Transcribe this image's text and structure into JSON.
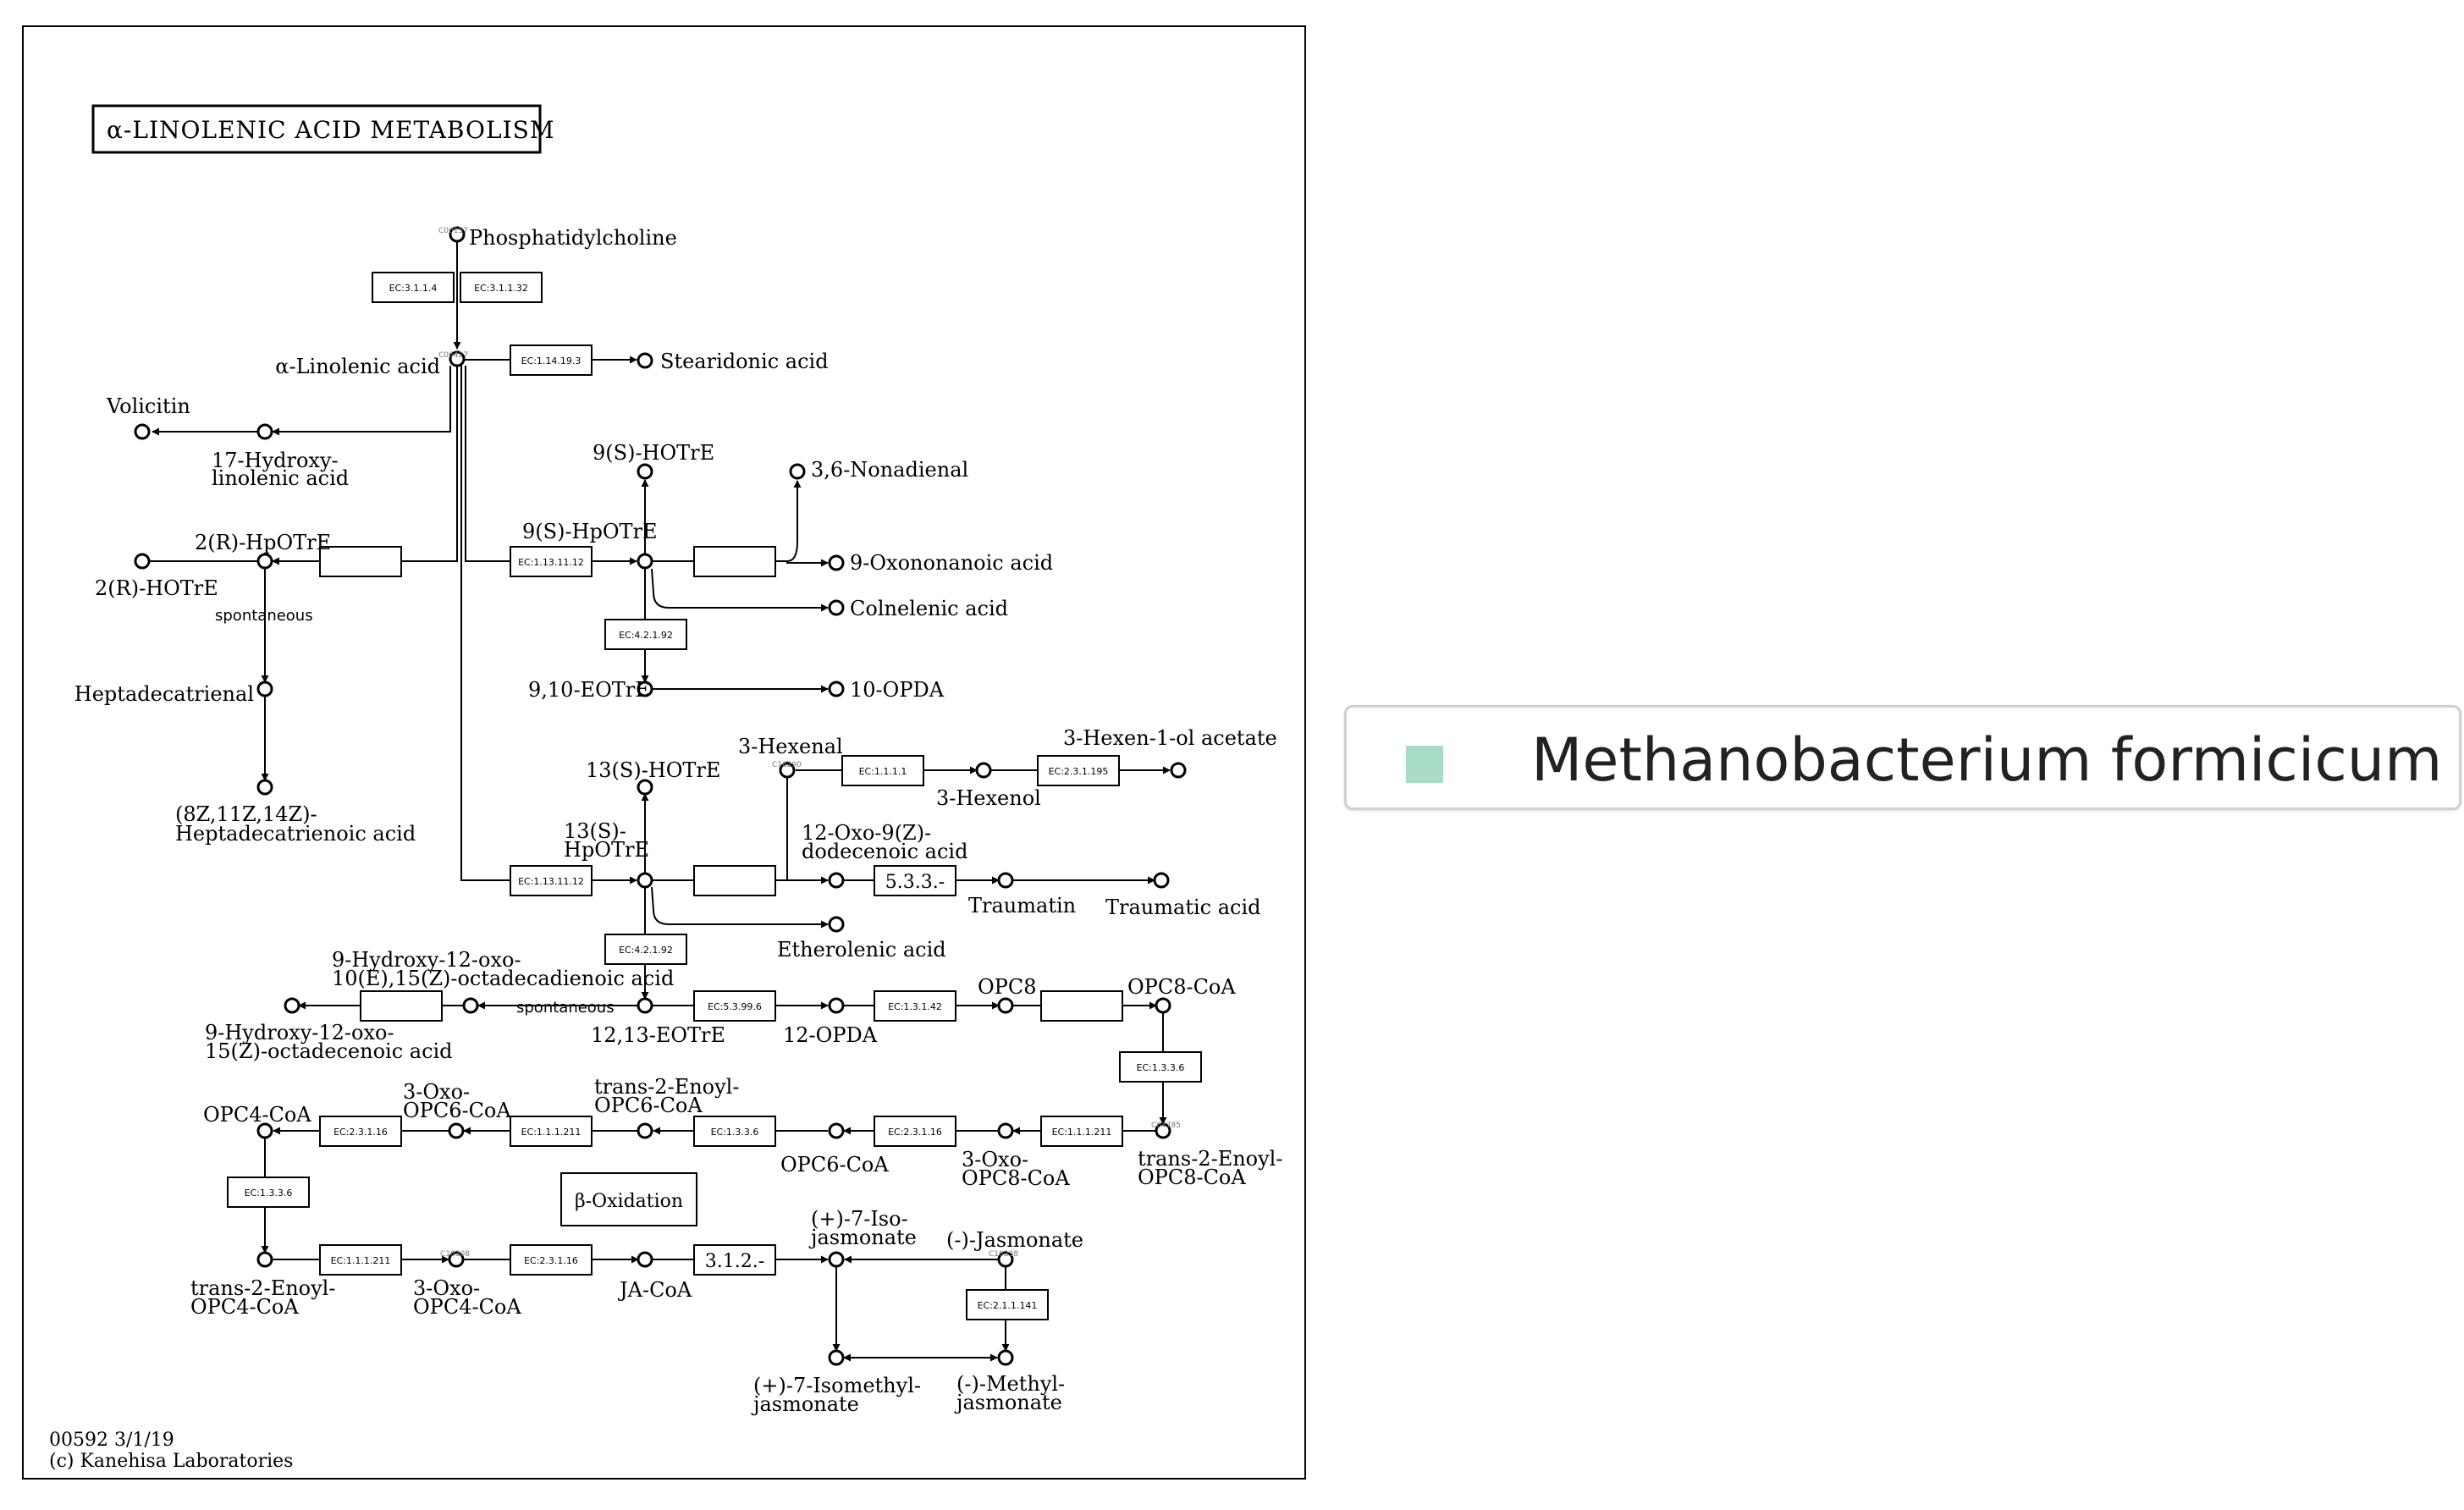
{
  "map": {
    "title": "α-LINOLENIC ACID METABOLISM",
    "map_id": "00592 3/1/19",
    "copyright": "(c) Kanehisa Laboratories",
    "beta_oxidation": "β-Oxidation",
    "spontaneous": "spontaneous",
    "compounds": {
      "phosphatidylcholine": "Phosphatidylcholine",
      "alpha_linolenic_acid": "α-Linolenic acid",
      "stearidonic_acid": "Stearidonic acid",
      "volicitin": "Volicitin",
      "hydroxy17_1": "17-Hydroxy-",
      "hydroxy17_2": "linolenic acid",
      "r2_hpotre": "2(R)-HpOTrE",
      "r2_hotre": "2(R)-HOTrE",
      "heptadecatrienal": "Heptadecatrienal",
      "heptadecatrienoic_1": "(8Z,11Z,14Z)-",
      "heptadecatrienoic_2": "Heptadecatrienoic acid",
      "s9_hotre": "9(S)-HOTrE",
      "s9_hpotre": "9(S)-HpOTrE",
      "nonadienal": "3,6-Nonadienal",
      "oxononanoic": "9-Oxononanoic acid",
      "colnelenic": "Colnelenic acid",
      "eotre_9_10": "9,10-EOTrE",
      "opda_10": "10-OPDA",
      "s13_hotre": "13(S)-HOTrE",
      "s13_hpotre_1": "13(S)-",
      "s13_hpotre_2": "HpOTrE",
      "hexenal": "3-Hexenal",
      "hexenol": "3-Hexenol",
      "hexenyl_acetate": "3-Hexen-1-ol acetate",
      "oxododecenoic_1": "12-Oxo-9(Z)-",
      "oxododecenoic_2": "dodecenoic acid",
      "traumatin": "Traumatin",
      "traumatic_acid": "Traumatic acid",
      "etherolenic": "Etherolenic acid",
      "hydroxy_oxo_dien_1": "9-Hydroxy-12-oxo-",
      "hydroxy_oxo_dien_2": "10(E),15(Z)-octadecadienoic acid",
      "hydroxy_oxo_en_1": "9-Hydroxy-12-oxo-",
      "hydroxy_oxo_en_2": "15(Z)-octadecenoic acid",
      "eotre_12_13": "12,13-EOTrE",
      "opda_12": "12-OPDA",
      "opc8": "OPC8",
      "opc8_coa": "OPC8-CoA",
      "trans_enoyl_opc8_1": "trans-2-Enoyl-",
      "trans_enoyl_opc8_2": "OPC8-CoA",
      "oxo_opc8_1": "3-Oxo-",
      "oxo_opc8_2": "OPC8-CoA",
      "opc6_coa": "OPC6-CoA",
      "trans_enoyl_opc6_1": "trans-2-Enoyl-",
      "trans_enoyl_opc6_2": "OPC6-CoA",
      "oxo_opc6_1": "3-Oxo-",
      "oxo_opc6_2": "OPC6-CoA",
      "opc4_coa": "OPC4-CoA",
      "trans_enoyl_opc4_1": "trans-2-Enoyl-",
      "trans_enoyl_opc4_2": "OPC4-CoA",
      "oxo_opc4_1": "3-Oxo-",
      "oxo_opc4_2": "OPC4-CoA",
      "ja_coa": "JA-CoA",
      "iso_jasmonate_1": "(+)-7-Iso-",
      "iso_jasmonate_2": "jasmonate",
      "jasmonate": "(-)-Jasmonate",
      "isomethyl_1": "(+)-7-Isomethyl-",
      "isomethyl_2": "jasmonate",
      "methyl_jasmonate_1": "(-)-Methyl-",
      "methyl_jasmonate_2": "jasmonate"
    },
    "enzymes": {
      "ec_3_1_1_4": "EC:3.1.1.4",
      "ec_3_1_1_32": "EC:3.1.1.32",
      "ec_1_14_19_3": "EC:1.14.19.3",
      "ec_1_13_11_12_a": "EC:1.13.11.12",
      "ec_4_2_1_92_a": "EC:4.2.1.92",
      "ec_1_13_11_12_b": "EC:1.13.11.12",
      "ec_4_2_1_92_b": "EC:4.2.1.92",
      "ec_1_1_1_1": "EC:1.1.1.1",
      "ec_2_3_1_195": "EC:2.3.1.195",
      "ec_5_3_3_lbl": "5.3.3.-",
      "ec_5_3_99_6": "EC:5.3.99.6",
      "ec_1_3_1_42": "EC:1.3.1.42",
      "ec_1_3_3_6_a": "EC:1.3.3.6",
      "ec_1_1_1_211_a": "EC:1.1.1.211",
      "ec_2_3_1_16_a": "EC:2.3.1.16",
      "ec_1_3_3_6_b": "EC:1.3.3.6",
      "ec_1_1_1_211_b": "EC:1.1.1.211",
      "ec_2_3_1_16_b": "EC:2.3.1.16",
      "ec_1_3_3_6_c": "EC:1.3.3.6",
      "ec_1_1_1_211_c": "EC:1.1.1.211",
      "ec_2_3_1_16_c": "EC:2.3.1.16",
      "ec_3_1_2_lbl": "3.1.2.-",
      "ec_2_1_1_141": "EC:2.1.1.141"
    },
    "cpd_ids": {
      "c00157": "C00157",
      "c06427": "C06427",
      "c16290": "C16290",
      "c04785": "C04785",
      "c16308": "C16308",
      "c16338": "C16338"
    }
  },
  "legend": {
    "swatch_color": "#a8dcc4",
    "organism": "Methanobacterium formicicum"
  }
}
